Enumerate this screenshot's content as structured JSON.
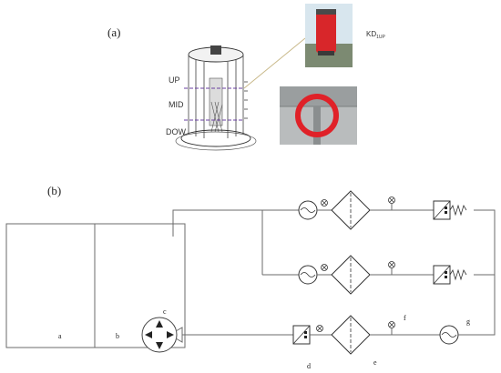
{
  "panel_a": {
    "label": "(a)",
    "levels": [
      "UP",
      "MID",
      "DOW"
    ],
    "photo_label": "KD",
    "photo_label_sub": "1UP"
  },
  "panel_b": {
    "label": "(b)",
    "component_labels": {
      "a": "a",
      "b": "b",
      "c": "c",
      "d": "d",
      "e": "e",
      "f": "f",
      "g": "g"
    }
  }
}
